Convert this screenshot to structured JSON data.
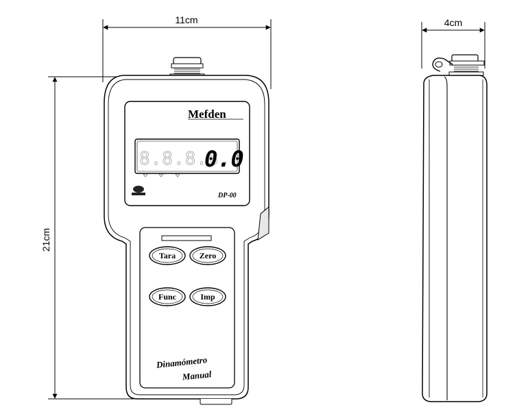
{
  "dimensions": {
    "width_front": "11cm",
    "height": "21cm",
    "depth": "4cm"
  },
  "device": {
    "brand": "Mefden",
    "model": "DP-00",
    "lcd_digits_dim": "8.8.8.8.",
    "lcd_reading": "0.0",
    "buttons": {
      "tara": "Tara",
      "zero": "Zero",
      "func": "Func",
      "imp": "Imp"
    },
    "panel_text_line1": "Dinamómetro",
    "panel_text_line2": "Manual"
  }
}
